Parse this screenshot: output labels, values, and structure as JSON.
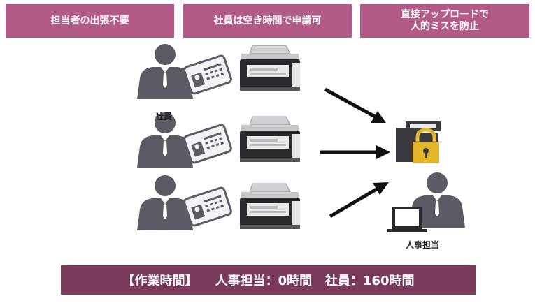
{
  "banners": {
    "b1": "担当者の出張不要",
    "b2": "社員は空き時間で申請可",
    "b3_line1": "直接アップロードで",
    "b3_line2": "人的ミスを防止"
  },
  "labels": {
    "employee": "社員",
    "hr": "人事担当"
  },
  "footer": {
    "bracket": "【作業時間】",
    "hr_text": "人事担当：0時間",
    "emp_text": "社員：160時間"
  },
  "colors": {
    "banner_bg": "#b35b88",
    "footer_bg": "#7a3a5c",
    "person": "#5b5b66",
    "lock": "#e2b52a"
  },
  "icons": [
    "person-icon",
    "id-card-icon",
    "scanner-icon",
    "arrow-icon",
    "folder-icon",
    "lock-icon",
    "laptop-icon"
  ]
}
